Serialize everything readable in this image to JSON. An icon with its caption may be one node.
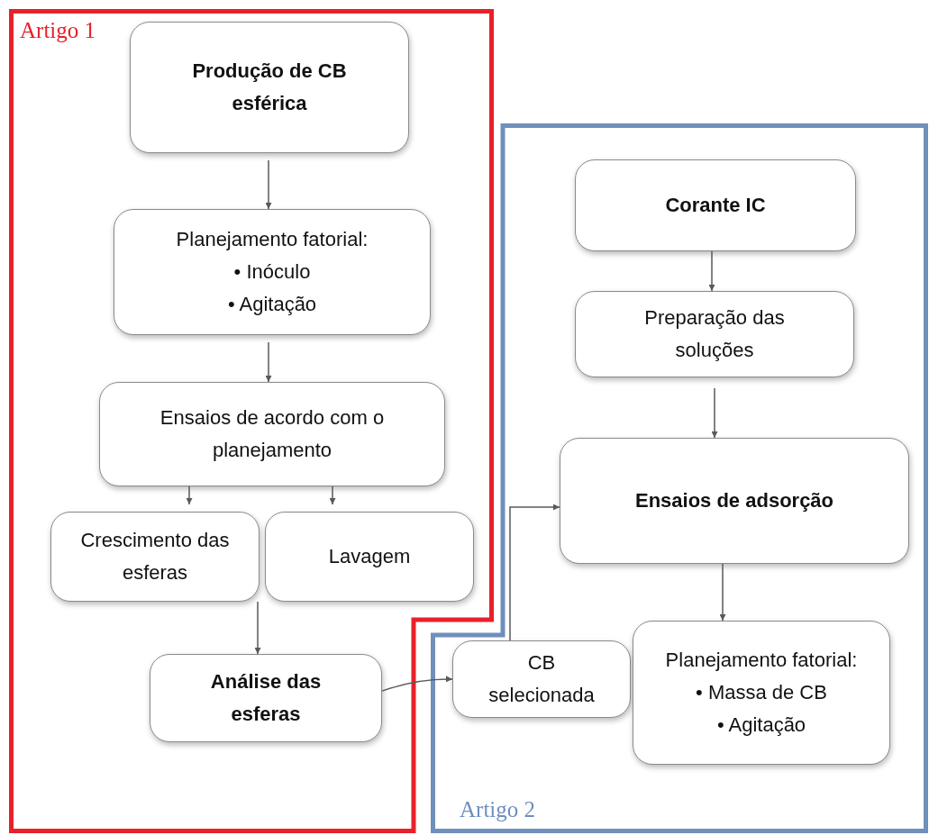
{
  "diagram": {
    "nodes": [
      {
        "text": [
          "Artigo 1"
        ]
      },
      {
        "text": [
          "Produção de CB esférica"
        ],
        "in": 0
      },
      {
        "text": [
          "Planejamento fatorial:",
          "• Inóculo",
          "• Agitação"
        ],
        "in": 0
      },
      {
        "text": [
          "Ensaios de acordo com o planejamento"
        ],
        "in": 0
      },
      {
        "text": [
          "Crescimento das esferas"
        ],
        "in": 0
      },
      {
        "text": [
          "Lavagem"
        ],
        "in": 0
      },
      {
        "text": [
          "Análise das esferas"
        ],
        "in": 0
      },
      {
        "text": [
          "Artigo 2"
        ]
      },
      {
        "text": [
          "Corante IC"
        ],
        "in": 7
      },
      {
        "text": [
          "Preparação das soluções"
        ],
        "in": 7
      },
      {
        "text": [
          "Ensaios de adsorção"
        ],
        "in": 7
      },
      {
        "text": [
          "CB selecionada"
        ],
        "in": 7
      },
      {
        "text": [
          "Planejamento fatorial:",
          "• Massa de CB",
          "• Agitação"
        ],
        "in": 7
      }
    ],
    "edges": [
      {
        "from": 1,
        "to": 2,
        "arrow": "to"
      },
      {
        "from": 2,
        "to": 3,
        "arrow": "to"
      },
      {
        "from": 3,
        "to": 4,
        "arrow": "to"
      },
      {
        "from": 3,
        "to": 5,
        "arrow": "to"
      },
      {
        "from": 4,
        "to": 6,
        "arrow": "to"
      },
      {
        "from": 6,
        "to": 11,
        "arrow": "to"
      },
      {
        "from": 8,
        "to": 9,
        "arrow": "to"
      },
      {
        "from": 9,
        "to": 10,
        "arrow": "to"
      },
      {
        "from": 11,
        "to": 10,
        "arrow": "to"
      },
      {
        "from": 10,
        "to": 12,
        "arrow": "to"
      }
    ]
  }
}
